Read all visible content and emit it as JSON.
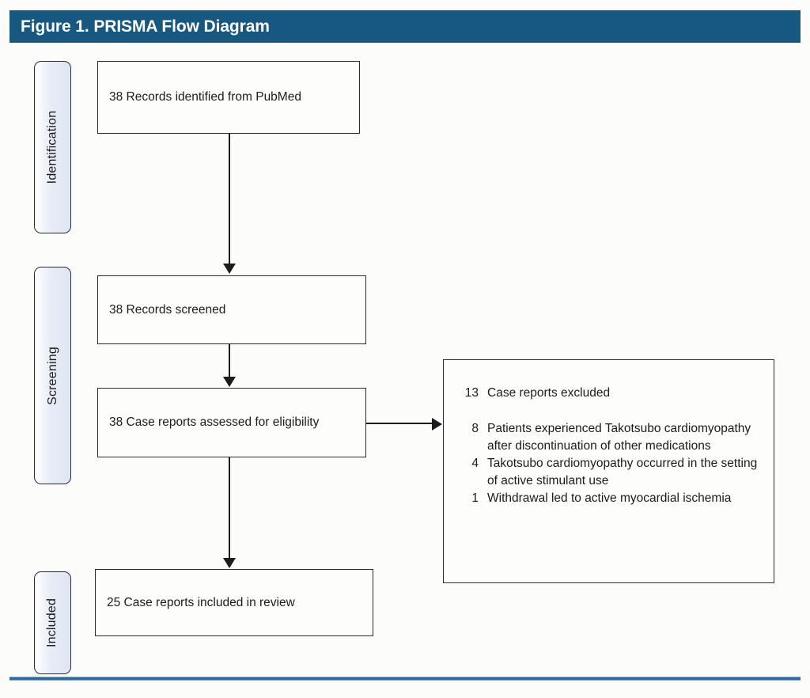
{
  "figure": {
    "title": "Figure 1. PRISMA Flow Diagram",
    "header_color": "#175880",
    "rule_color": "#2e6ca4",
    "box_border_color": "#2b2b2b",
    "pill_fill_color": "#e4e9f6"
  },
  "stages": [
    {
      "id": "identification",
      "label": "Identification"
    },
    {
      "id": "screening",
      "label": "Screening"
    },
    {
      "id": "included",
      "label": "Included"
    }
  ],
  "boxes": {
    "identified": {
      "text": "38 Records identified from PubMed"
    },
    "screened": {
      "text": "38 Records screened"
    },
    "assessed": {
      "text": "38 Case reports assessed for eligibility"
    },
    "included": {
      "text": "25 Case reports included in review"
    }
  },
  "excluded": {
    "header": {
      "count": "13",
      "label": "Case reports excluded"
    },
    "reasons": [
      {
        "count": "8",
        "label": "Patients experienced Takotsubo cardiomyopathy after discontinuation of other medications"
      },
      {
        "count": "4",
        "label": "Takotsubo cardiomyopathy occurred in the setting of active stimulant use"
      },
      {
        "count": "1",
        "label": "Withdrawal led to active myocardial ischemia"
      }
    ]
  },
  "chart_data": {
    "type": "diagram",
    "title": "Figure 1. PRISMA Flow Diagram",
    "nodes": [
      {
        "id": "identified",
        "stage": "Identification",
        "n": 38,
        "text": "38 Records identified from PubMed"
      },
      {
        "id": "screened",
        "stage": "Screening",
        "n": 38,
        "text": "38 Records screened"
      },
      {
        "id": "assessed",
        "stage": "Screening",
        "n": 38,
        "text": "38 Case reports assessed for eligibility"
      },
      {
        "id": "excluded",
        "stage": "Screening",
        "n": 13,
        "text": "13 Case reports excluded"
      },
      {
        "id": "included",
        "stage": "Included",
        "n": 25,
        "text": "25 Case reports included in review"
      }
    ],
    "edges": [
      {
        "from": "identified",
        "to": "screened"
      },
      {
        "from": "screened",
        "to": "assessed"
      },
      {
        "from": "assessed",
        "to": "excluded"
      },
      {
        "from": "assessed",
        "to": "included"
      }
    ]
  }
}
